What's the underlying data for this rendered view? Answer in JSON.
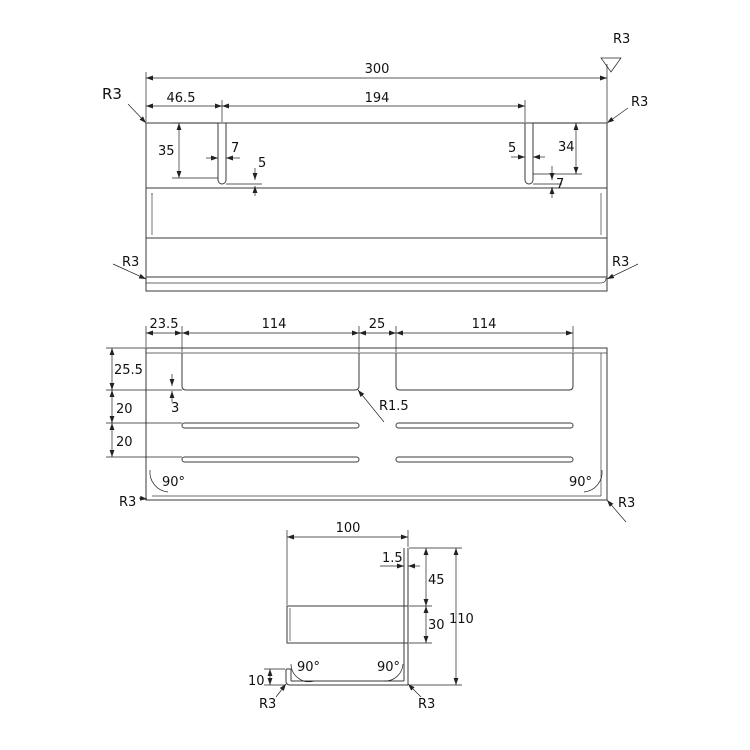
{
  "front_view": {
    "finish": "R3",
    "overall_width": "300",
    "left_offset": "46.5",
    "slot_spacing": "194",
    "corner_tl": "R3",
    "corner_tr": "R3",
    "corner_bl": "R3",
    "corner_br": "R3",
    "left_slot_height": "35",
    "left_slot_width": "7",
    "left_slot_radius": "5",
    "right_slot_radius": "5",
    "right_slot_height": "34",
    "right_slot_width": "7"
  },
  "top_view": {
    "edge_offset": "23.5",
    "slot_len_left": "114",
    "gap": "25",
    "slot_len_right": "114",
    "first_row": "25.5",
    "slot_width": "3",
    "row_pitch_1": "20",
    "row_pitch_2": "20",
    "slot_end_radius": "R1.5",
    "angle_left": "90°",
    "angle_right": "90°",
    "corner_left": "R3",
    "corner_right": "R3"
  },
  "side_view": {
    "depth": "100",
    "thickness": "1.5",
    "upper_height": "45",
    "lip_height": "30",
    "total_height": "110",
    "front_lip": "10",
    "angle_left": "90°",
    "angle_right": "90°",
    "corner_left": "R3",
    "corner_right": "R3"
  }
}
